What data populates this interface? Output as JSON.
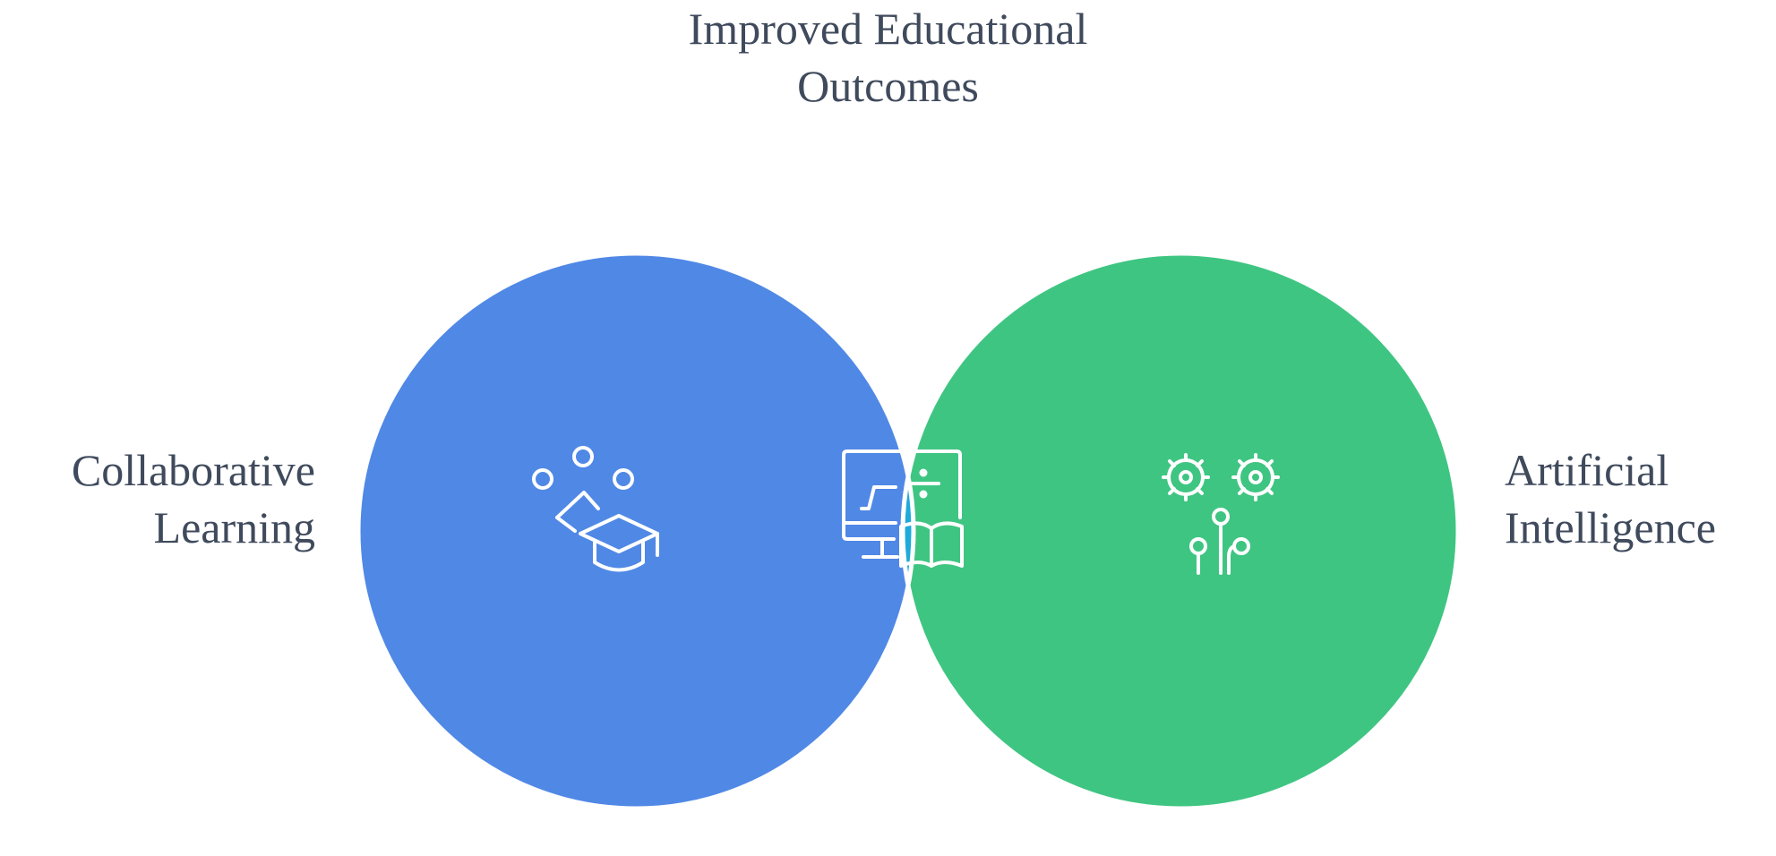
{
  "labels": {
    "top": {
      "line1": "Improved Educational",
      "line2": "Outcomes"
    },
    "left": {
      "line1": "Collaborative",
      "line2": "Learning"
    },
    "right": {
      "line1": "Artificial",
      "line2": "Intelligence"
    }
  },
  "sets": [
    {
      "id": "collaborative-learning",
      "color": "#5088e6",
      "icon": "people-graduation-cap-icon"
    },
    {
      "id": "artificial-intelligence",
      "color": "#3fc582",
      "icon": "gears-circuit-icon"
    }
  ],
  "intersection": {
    "color": "#1faad9",
    "icon": "computer-math-book-icon"
  },
  "colors": {
    "outline": "#ffffff",
    "icon_stroke": "#ffffff",
    "text": "#3f4a5c"
  }
}
